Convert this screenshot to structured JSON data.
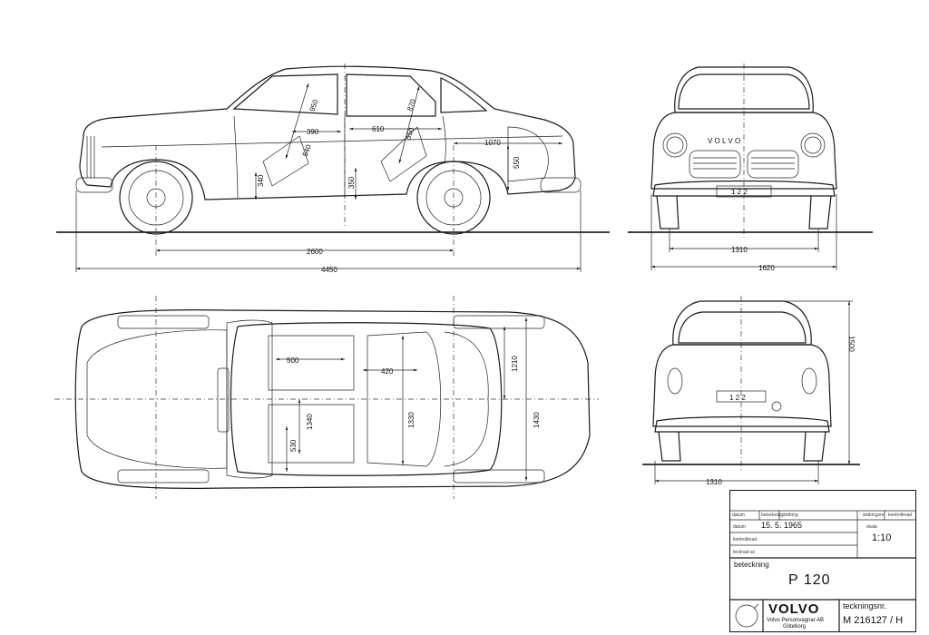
{
  "dimensions": {
    "side": {
      "wheelbase": "2600",
      "overall_length": "4450",
      "d950": "950",
      "d870": "870",
      "d390": "390",
      "d610": "610",
      "d540": "540",
      "d550a": "550",
      "d1070": "1070",
      "d550b": "550",
      "d340": "340",
      "d350": "350"
    },
    "front": {
      "track": "1310",
      "width": "1620"
    },
    "top": {
      "d500": "500",
      "d420": "420",
      "d1210": "1210",
      "d1340": "1340",
      "d1330": "1330",
      "d1430": "1430",
      "d530": "530"
    },
    "rear": {
      "track": "1310",
      "height": "1500"
    }
  },
  "plates": {
    "front": "1 2 2",
    "rear": "1 2 2"
  },
  "badge": "V O L V O",
  "title_block": {
    "header_cols": [
      "datum",
      "beteckning",
      "ändring",
      "ändringsnr",
      "kontrollerad"
    ],
    "datum_label": "datum",
    "datum_value": "15. 5. 1965",
    "kontrollerad_label": "kontrollerad",
    "ritad_label": "tecknad av",
    "scale_label": "skala",
    "scale_value": "1:10",
    "beteckning_label": "beteckning",
    "model": "P 120",
    "brand": "VOLVO",
    "company_line1": "Volvo Personvagnar AB",
    "company_line2": "Göteborg",
    "drawing_no_label": "teckningsnr.",
    "drawing_no_value": "M 216127 / H"
  }
}
